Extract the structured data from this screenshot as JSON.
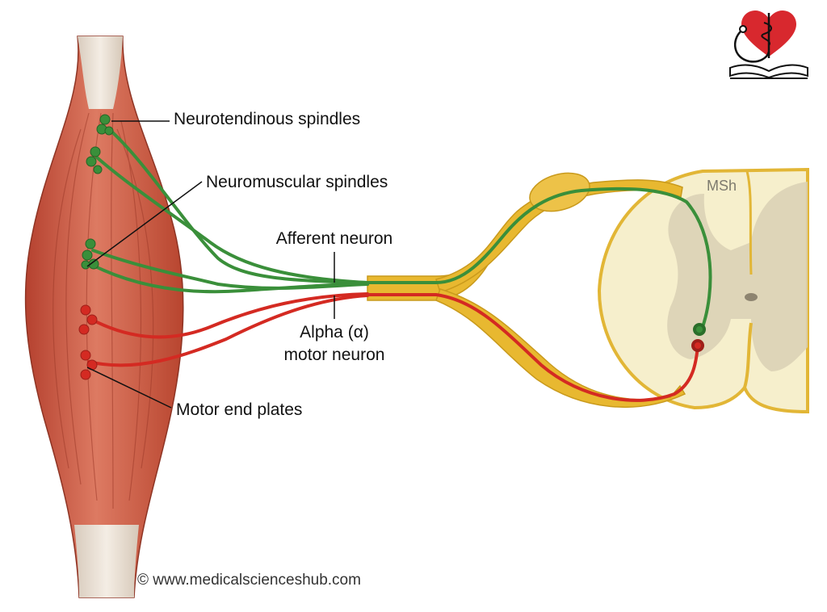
{
  "labels": {
    "neurotendinous": "Neurotendinous spindles",
    "neuromuscular": "Neuromuscular spindles",
    "afferent": "Afferent neuron",
    "alpha_line1": "Alpha (α)",
    "alpha_line2": "motor neuron",
    "motor_end_plates": "Motor end plates"
  },
  "spinal_cord_label": "MSh",
  "copyright": "© www.medicalscienceshub.com",
  "colors": {
    "afferent": "#3a8f3a",
    "motor": "#d42a22",
    "nerve_sheath": "#e8b830",
    "muscle": "#c9553f",
    "tendon": "#e8ddd0",
    "white_matter": "#f6efcc",
    "grey_matter": "#d9d0b4"
  }
}
